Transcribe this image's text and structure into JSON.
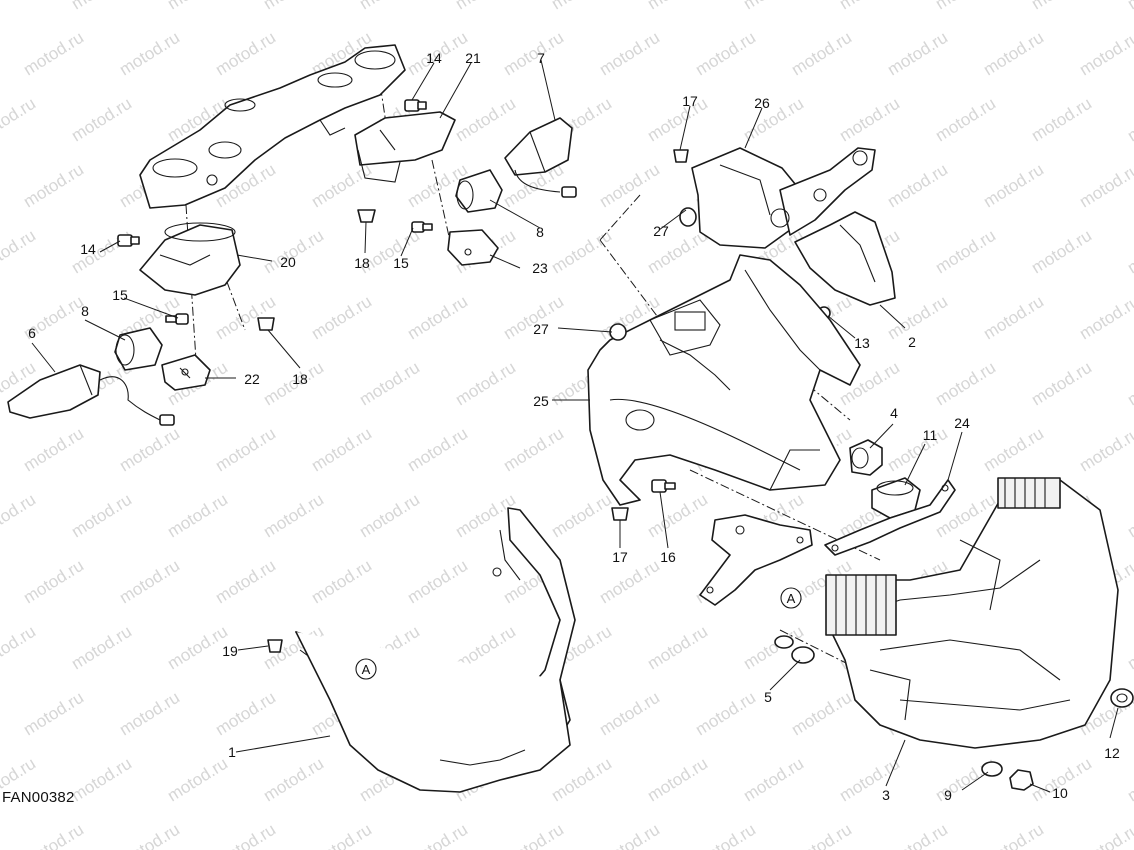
{
  "drawing_code": "FAN00382",
  "watermark": "motod.ru",
  "view_reference": "A",
  "callouts": [
    "1",
    "2",
    "3",
    "4",
    "5",
    "6",
    "7",
    "8",
    "8",
    "9",
    "10",
    "11",
    "12",
    "13",
    "14",
    "14",
    "15",
    "15",
    "16",
    "17",
    "17",
    "18",
    "18",
    "19",
    "20",
    "21",
    "22",
    "23",
    "24",
    "25",
    "26",
    "27",
    "27"
  ]
}
